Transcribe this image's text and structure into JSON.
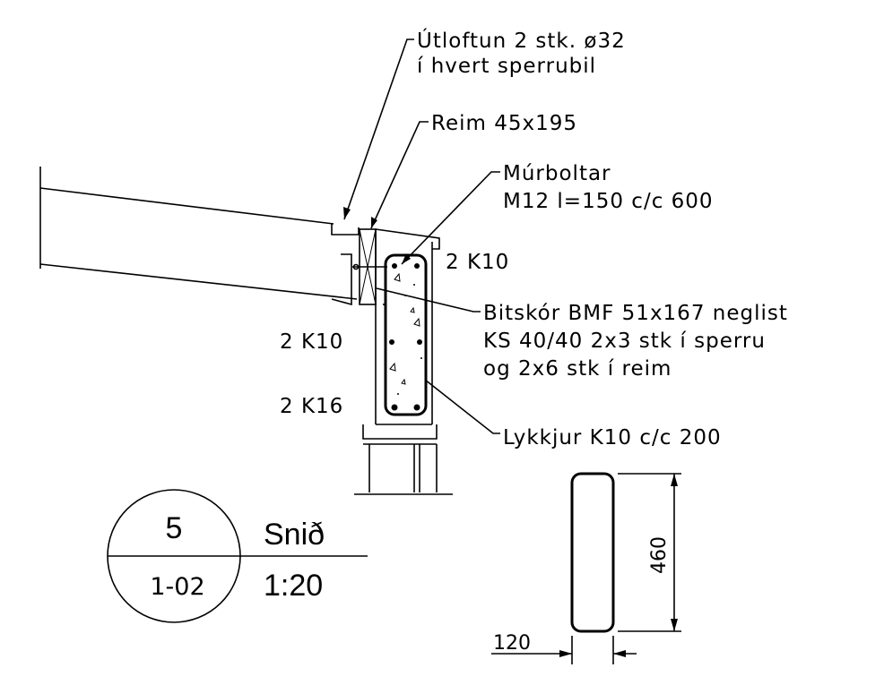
{
  "labels": {
    "ventilation_line1": "Útloftun 2 stk. ø32",
    "ventilation_line2": "í hvert sperrubil",
    "strap": "Reim 45x195",
    "anchor_line1": "Múrboltar",
    "anchor_line2": "M12 l=150 c/c 600",
    "top_bars": "2 K10",
    "mid_bars": "2 K10",
    "bottom_bars": "2 K16",
    "hanger_line1": "Bitskór BMF 51x167 neglist",
    "hanger_line2": "KS 40/40 2x3 stk í sperru",
    "hanger_line3": "og 2x6 stk í reim",
    "stirrups": "Lykkjur K10 c/c 200"
  },
  "section_marker": {
    "number": "5",
    "sheet": "1-02",
    "title": "Snið",
    "scale": "1:20"
  },
  "stirrup_detail": {
    "height": "460",
    "width": "120"
  }
}
